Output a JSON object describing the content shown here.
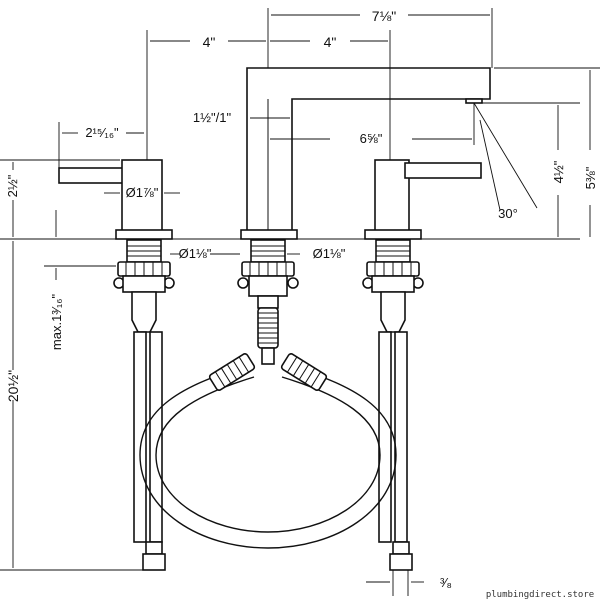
{
  "dimensions": {
    "spout_reach": "7⅛\"",
    "left_spacing": "4\"",
    "right_spacing": "4\"",
    "spout_thickness": "1½\"/1\"",
    "outlet_height": "6⅝\"",
    "handle_length": "2¹⁵⁄₁₆\"",
    "handle_height": "2½\"",
    "handle_diameter": "Ø1⅞\"",
    "left_thread": "Ø1⅛\"",
    "center_thread": "Ø1⅛\"",
    "max_thickness": "max.1³⁄₁₆\"",
    "overall_below": "20½\"",
    "spout_height": "4½\"",
    "total_height": "5⅜\"",
    "angle": "30°",
    "connection": "³⁄₈"
  },
  "watermark": "plumbingdirect.store"
}
